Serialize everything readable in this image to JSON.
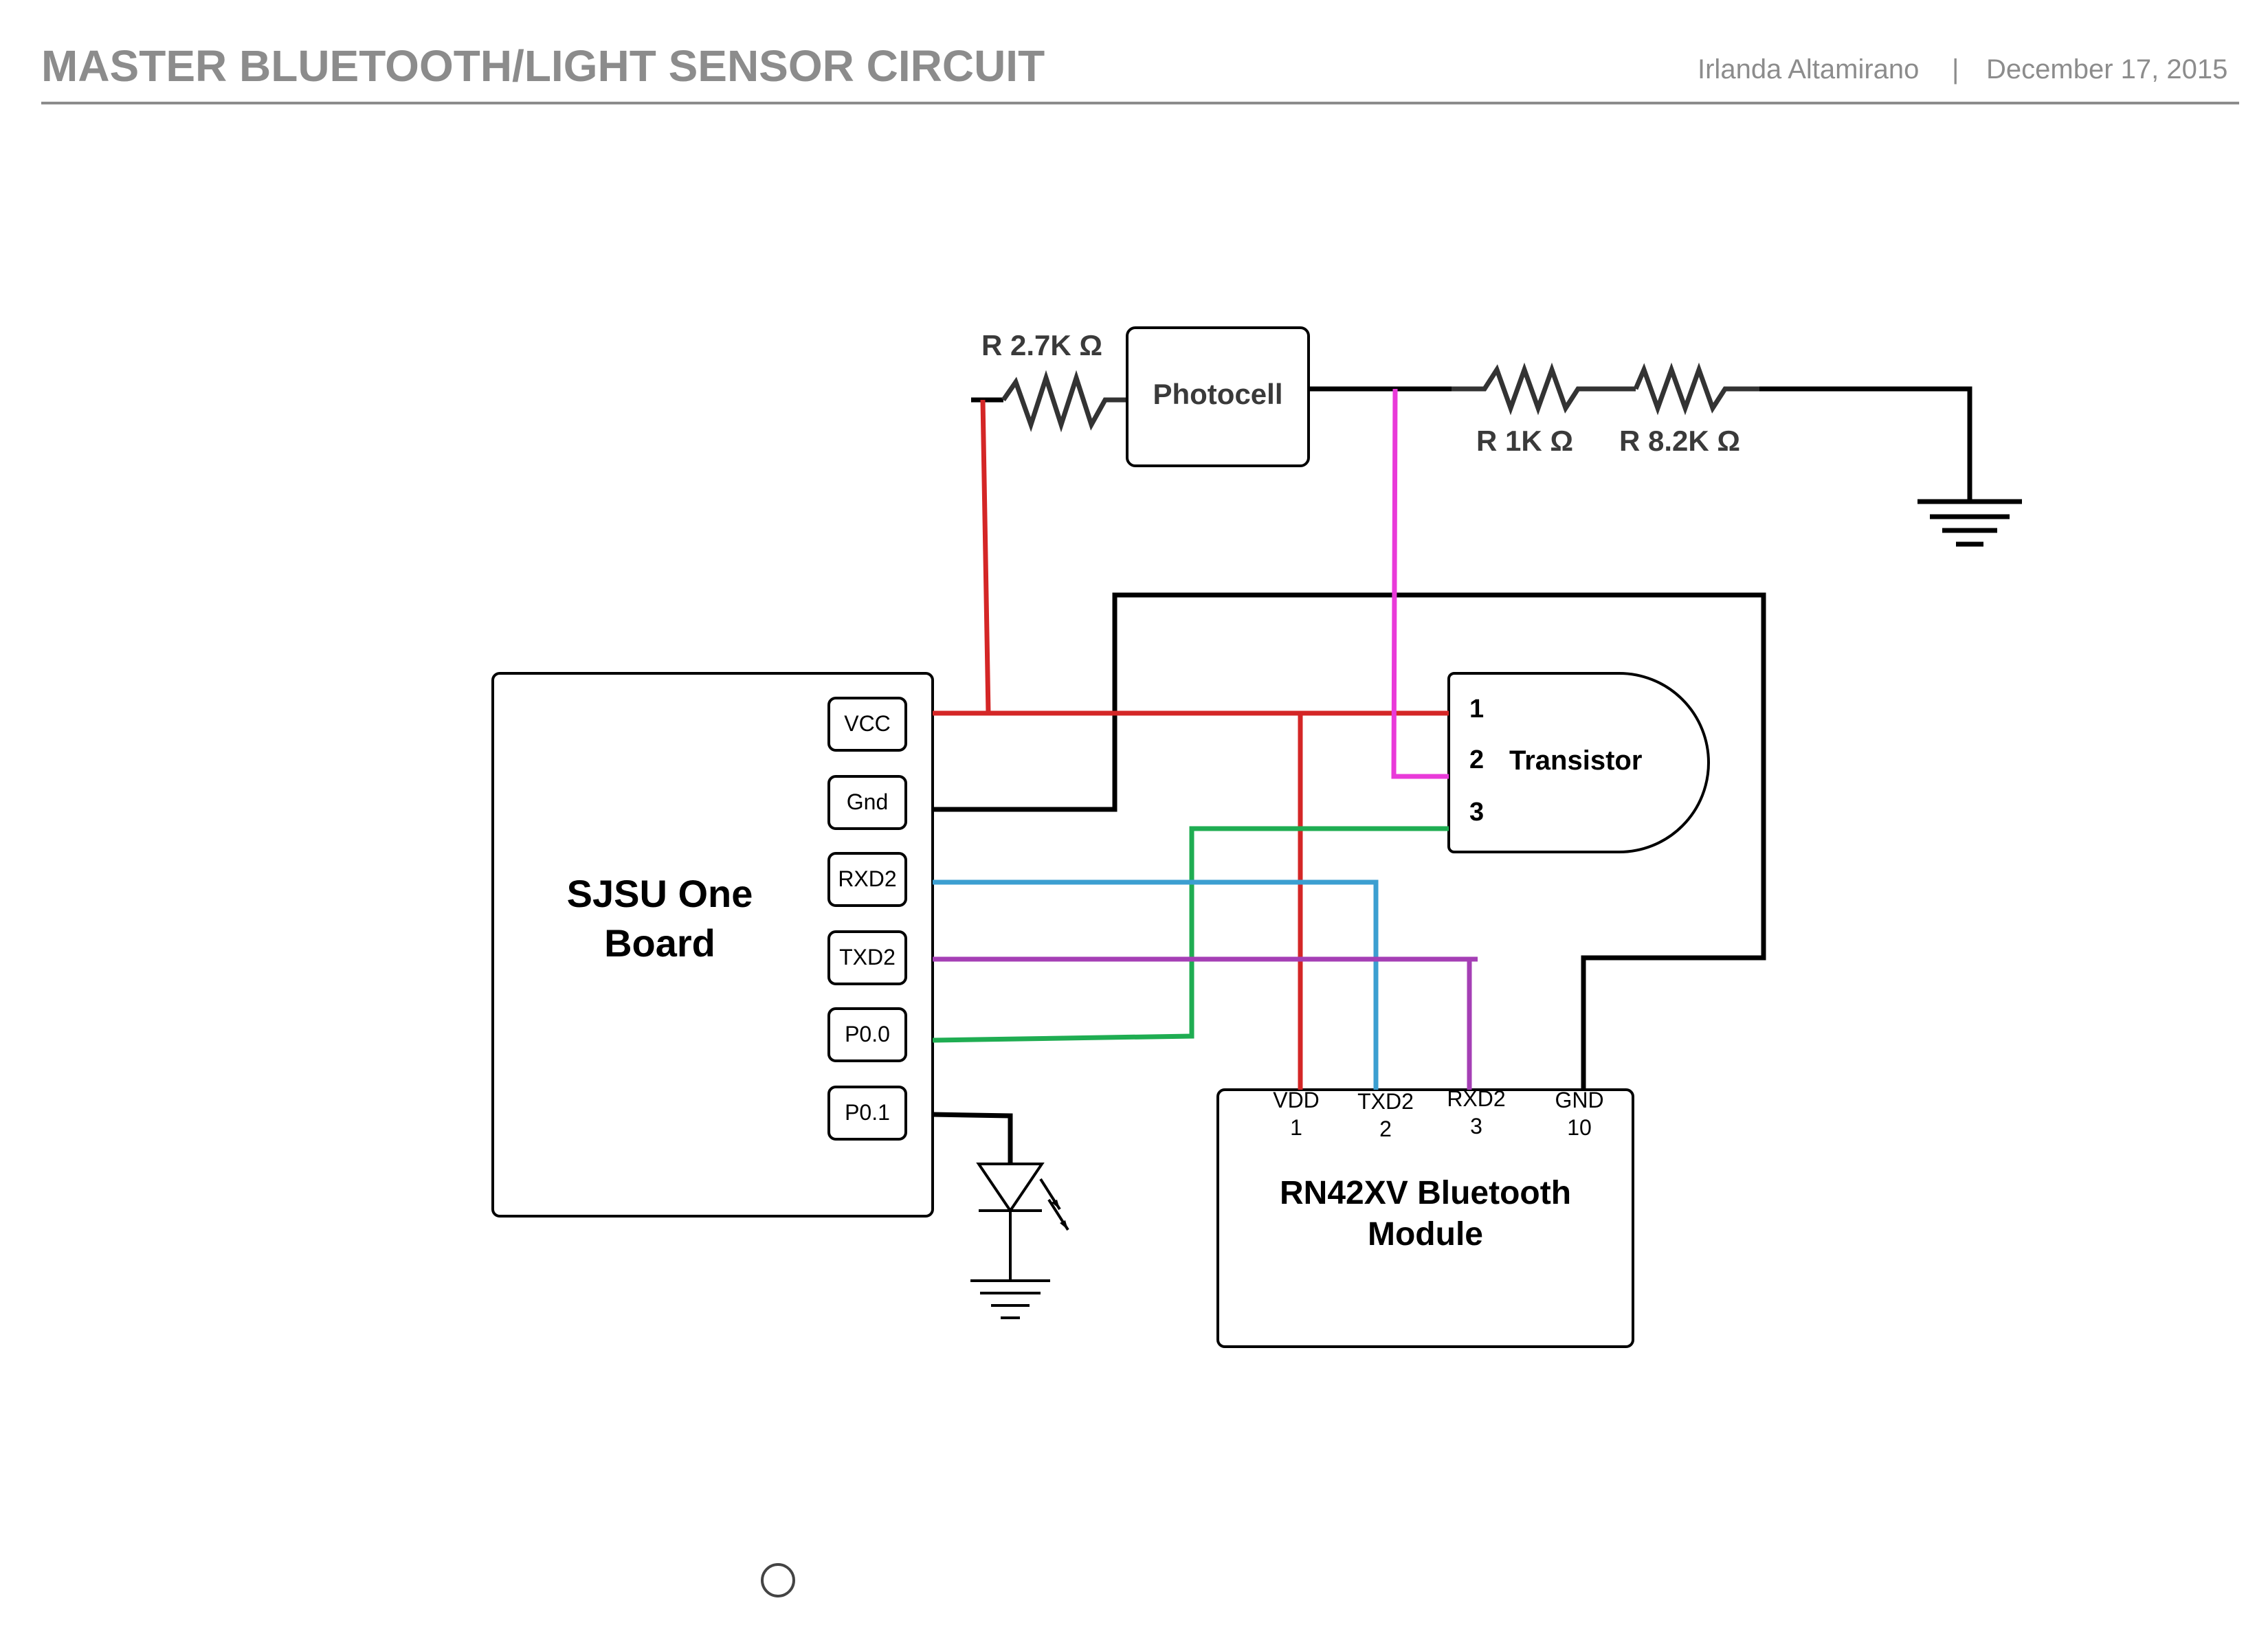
{
  "header": {
    "title": "MASTER BLUETOOTH/LIGHT SENSOR CIRCUIT",
    "author": "Irlanda Altamirano",
    "separator": "|",
    "date": "December 17, 2015"
  },
  "components": {
    "resistor_1": "R 2.7K Ω",
    "photocell": "Photocell",
    "resistor_2": "R 1K Ω",
    "resistor_3": "R 8.2K Ω",
    "board": {
      "line1": "SJSU One",
      "line2": "Board"
    },
    "board_pins": [
      "VCC",
      "Gnd",
      "RXD2",
      "TXD2",
      "P0.0",
      "P0.1"
    ],
    "transistor": {
      "label": "Transistor",
      "pins": [
        "1",
        "2",
        "3"
      ]
    },
    "bluetooth": {
      "line1": "RN42XV Bluetooth",
      "line2": "Module",
      "pins": [
        {
          "name": "VDD",
          "number": "1"
        },
        {
          "name": "TXD2",
          "number": "2"
        },
        {
          "name": "RXD2",
          "number": "3"
        },
        {
          "name": "GND",
          "number": "10"
        }
      ]
    }
  },
  "colors": {
    "vcc_wire": "#d42626",
    "signal_wire": "#e93ad9",
    "p00_wire": "#1fad52",
    "rxd2_wire": "#3c9fd1",
    "txd2_wire": "#a53fb5",
    "ground_wire": "#000000"
  }
}
